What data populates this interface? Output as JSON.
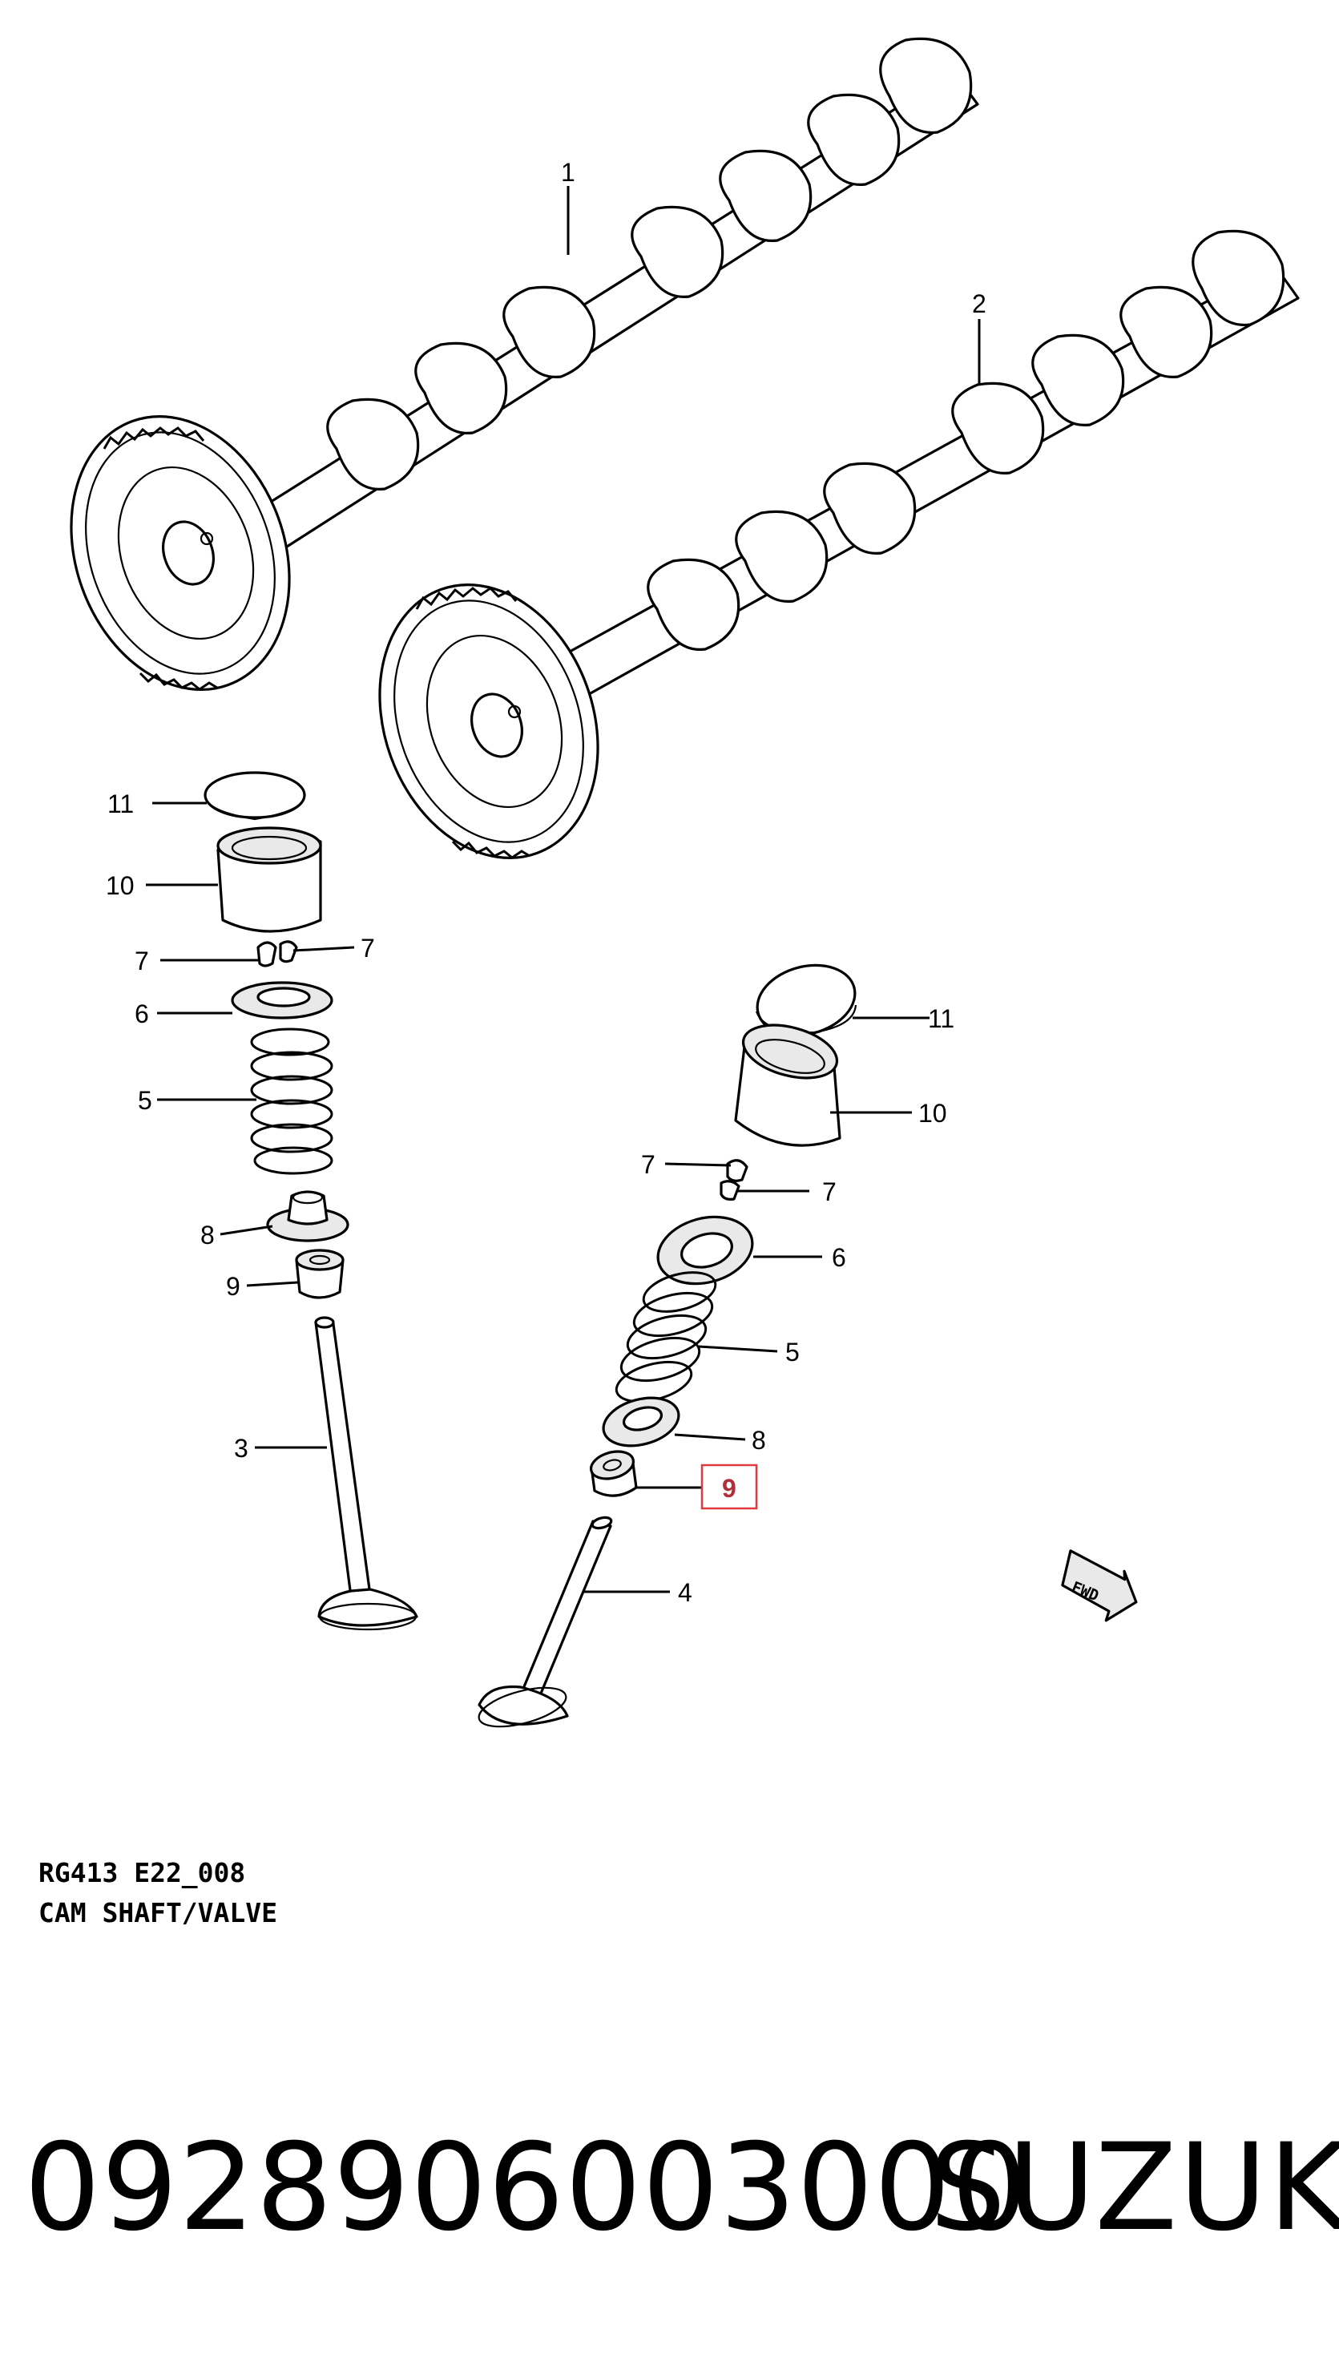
{
  "diagram": {
    "callouts": {
      "c1": "1",
      "c2": "2",
      "c3": "3",
      "c4": "4",
      "c5a": "5",
      "c5b": "5",
      "c6a": "6",
      "c6b": "6",
      "c7a": "7",
      "c7b": "7",
      "c7c": "7",
      "c7d": "7",
      "c8a": "8",
      "c8b": "8",
      "c9a": "9",
      "c9b": "9",
      "c10a": "10",
      "c10b": "10",
      "c11a": "11",
      "c11b": "11"
    },
    "highlighted_callout": "9",
    "highlight_color": "#e0393e",
    "fwd_label": "FWD",
    "caption_code": "RG413 E22_008",
    "caption_title": "CAM SHAFT/VALVE"
  },
  "footer": {
    "part_number": "0928906003000",
    "brand": "SUZUKI"
  }
}
